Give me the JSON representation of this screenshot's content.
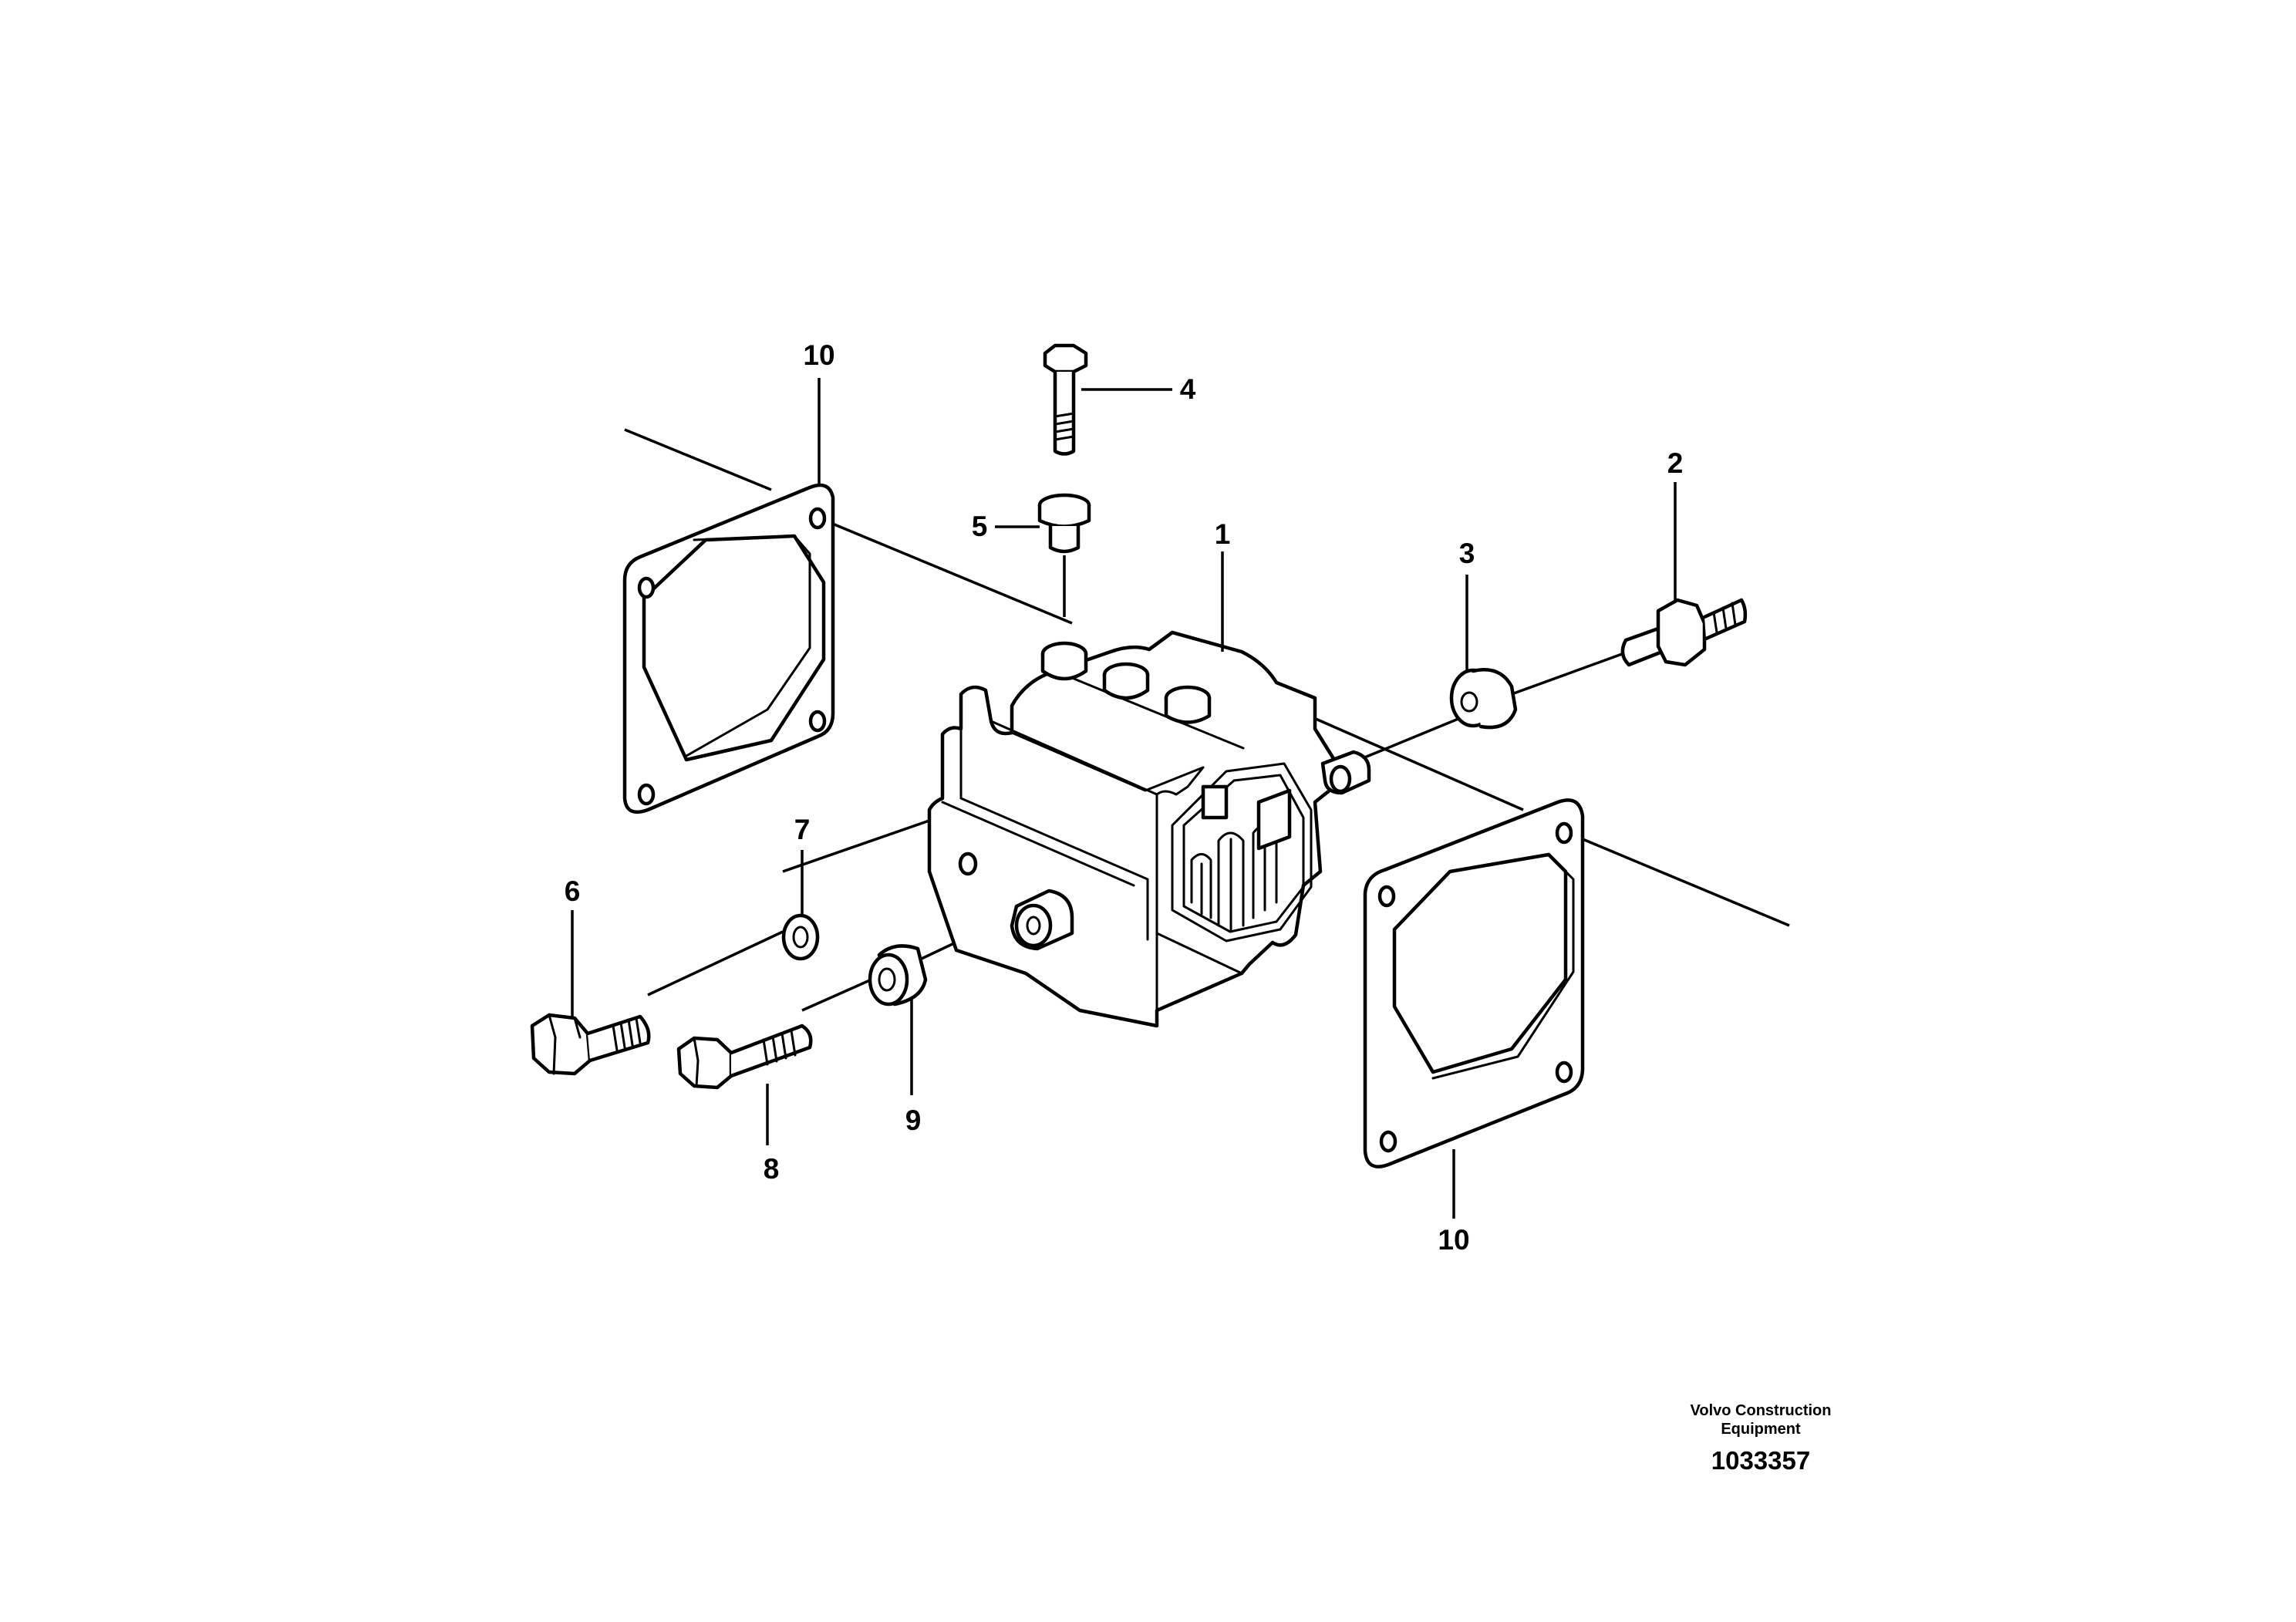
{
  "callouts": {
    "c1": "1",
    "c2": "2",
    "c3": "3",
    "c4": "4",
    "c5": "5",
    "c6": "6",
    "c7": "7",
    "c8": "8",
    "c9": "9",
    "c10_top": "10",
    "c10_bottom": "10"
  },
  "footer": {
    "brand_line1": "Volvo Construction",
    "brand_line2": "Equipment",
    "drawing_number": "1033357"
  }
}
